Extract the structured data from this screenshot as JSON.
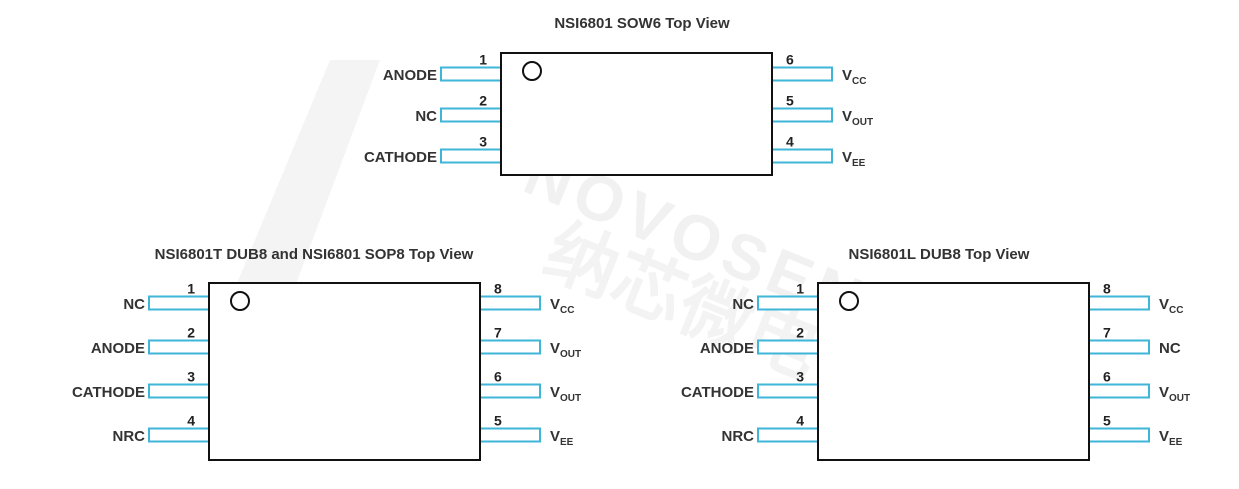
{
  "watermark": {
    "brand": "NOVOSENSE",
    "brand_cn": "纳芯微电子"
  },
  "colors": {
    "pin_lead": "#3fb5d8",
    "body_outline": "#111111",
    "text": "#333333"
  },
  "packages": [
    {
      "title": "NSI6801 SOW6 Top View",
      "left_pins": [
        {
          "num": "1",
          "label": "ANODE",
          "sub": ""
        },
        {
          "num": "2",
          "label": "NC",
          "sub": ""
        },
        {
          "num": "3",
          "label": "CATHODE",
          "sub": ""
        }
      ],
      "right_pins": [
        {
          "num": "6",
          "label": "V",
          "sub": "CC"
        },
        {
          "num": "5",
          "label": "V",
          "sub": "OUT"
        },
        {
          "num": "4",
          "label": "V",
          "sub": "EE"
        }
      ]
    },
    {
      "title": "NSI6801T DUB8 and NSI6801 SOP8 Top View",
      "left_pins": [
        {
          "num": "1",
          "label": "NC",
          "sub": ""
        },
        {
          "num": "2",
          "label": "ANODE",
          "sub": ""
        },
        {
          "num": "3",
          "label": "CATHODE",
          "sub": ""
        },
        {
          "num": "4",
          "label": "NRC",
          "sub": ""
        }
      ],
      "right_pins": [
        {
          "num": "8",
          "label": "V",
          "sub": "CC"
        },
        {
          "num": "7",
          "label": "V",
          "sub": "OUT"
        },
        {
          "num": "6",
          "label": "V",
          "sub": "OUT"
        },
        {
          "num": "5",
          "label": "V",
          "sub": "EE"
        }
      ]
    },
    {
      "title": "NSI6801L DUB8 Top View",
      "left_pins": [
        {
          "num": "1",
          "label": "NC",
          "sub": ""
        },
        {
          "num": "2",
          "label": "ANODE",
          "sub": ""
        },
        {
          "num": "3",
          "label": "CATHODE",
          "sub": ""
        },
        {
          "num": "4",
          "label": "NRC",
          "sub": ""
        }
      ],
      "right_pins": [
        {
          "num": "8",
          "label": "V",
          "sub": "CC"
        },
        {
          "num": "7",
          "label": "NC",
          "sub": ""
        },
        {
          "num": "6",
          "label": "V",
          "sub": "OUT"
        },
        {
          "num": "5",
          "label": "V",
          "sub": "EE"
        }
      ]
    }
  ]
}
